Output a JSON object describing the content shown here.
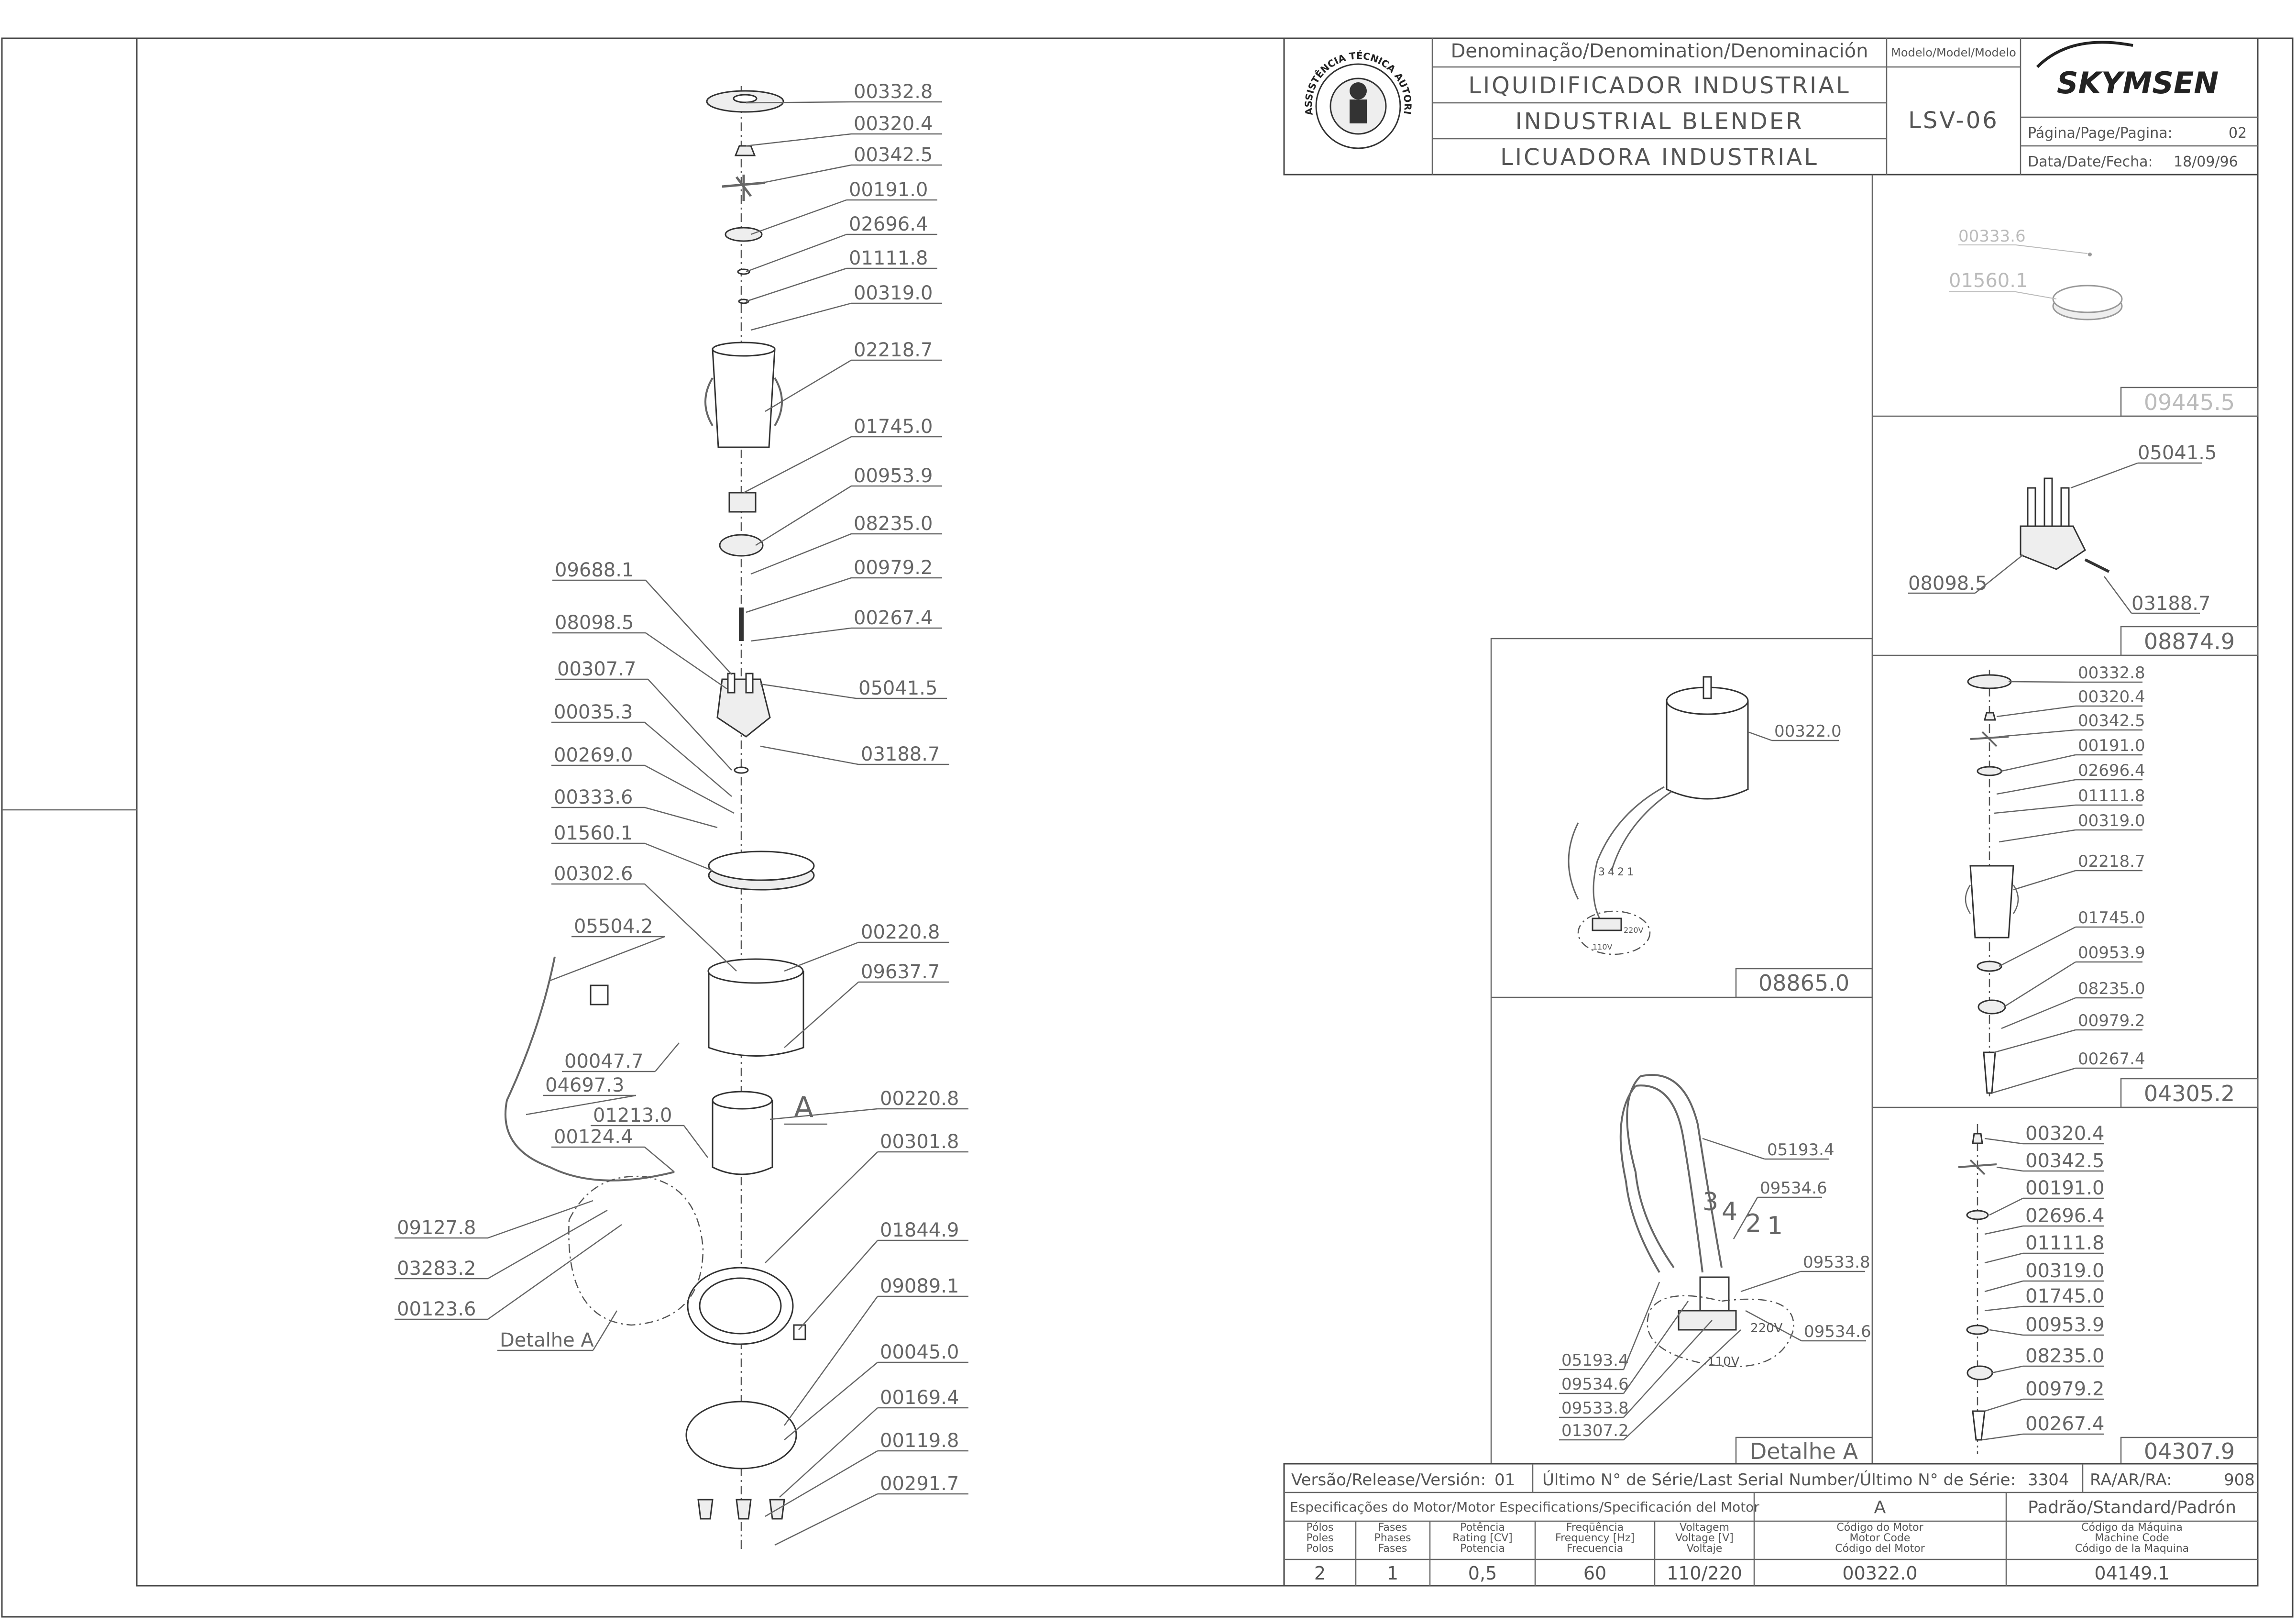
{
  "title_block": {
    "denomination_header": "Denominação/Denomination/Denominación",
    "name_pt": "LIQUIDIFICADOR  INDUSTRIAL",
    "name_en": "INDUSTRIAL  BLENDER",
    "name_es": "LICUADORA  INDUSTRIAL",
    "model_header": "Modelo/Model/Modelo",
    "model_value": "LSV-06",
    "brand": "SKYMSEN",
    "page_label": "Página/Page/Pagina:",
    "page_value": "02",
    "date_label": "Data/Date/Fecha:",
    "date_value": "18/09/96",
    "seal_text": "ASSISTÊNCIA TÉCNICA AUTORIZADA"
  },
  "main_labels_right": [
    "00332.8",
    "00320.4",
    "00342.5",
    "00191.0",
    "02696.4",
    "01111.8",
    "00319.0",
    "02218.7",
    "01745.0",
    "00953.9",
    "08235.0",
    "00979.2",
    "00267.4",
    "05041.5",
    "03188.7",
    "00220.8",
    "09637.7",
    "00220.8",
    "00301.8",
    "01844.9",
    "09089.1",
    "00045.0",
    "00169.4",
    "00119.8",
    "00291.7"
  ],
  "main_labels_left": [
    "09688.1",
    "08098.5",
    "00307.7",
    "00035.3",
    "00269.0",
    "00333.6",
    "01560.1",
    "00302.6",
    "05504.2",
    "00047.7",
    "04697.3",
    "01213.0",
    "00124.4",
    "09127.8",
    "03283.2",
    "00123.6"
  ],
  "detail_marker": "A",
  "detail_a_label": "Detalhe  A",
  "panels": {
    "p09445": {
      "code": "09445.5",
      "labels": [
        "00333.6",
        "01560.1"
      ]
    },
    "p08874": {
      "code": "08874.9",
      "labels": [
        "05041.5",
        "08098.5",
        "03188.7"
      ]
    },
    "p04305": {
      "code": "04305.2",
      "labels": [
        "00332.8",
        "00320.4",
        "00342.5",
        "00191.0",
        "02696.4",
        "01111.8",
        "00319.0",
        "02218.7",
        "01745.0",
        "00953.9",
        "08235.0",
        "00979.2",
        "00267.4"
      ]
    },
    "p04307": {
      "code": "04307.9",
      "labels": [
        "00320.4",
        "00342.5",
        "00191.0",
        "02696.4",
        "01111.8",
        "00319.0",
        "01745.0",
        "00953.9",
        "08235.0",
        "00979.2",
        "00267.4"
      ]
    },
    "p08865": {
      "code": "08865.0",
      "labels": [
        "00322.0"
      ],
      "wire_numbers": [
        "3",
        "4",
        "2",
        "1"
      ],
      "voltages": [
        "220V",
        "110V"
      ]
    },
    "pDetalhe": {
      "code": "Detalhe  A",
      "labels_right": [
        "05193.4",
        "09534.6",
        "09533.8",
        "09534.6"
      ],
      "labels_left": [
        "05193.4",
        "09534.6",
        "09533.8",
        "01307.2"
      ],
      "wire_numbers": [
        "3",
        "4",
        "2",
        "1"
      ],
      "voltages": [
        "220V",
        "110V"
      ]
    }
  },
  "footer": {
    "version_label": "Versão/Release/Versión:",
    "version_value": "01",
    "serial_label": "Último N° de Série/Last Serial Number/Último N° de Série:",
    "serial_value": "3304",
    "ra_label": "RA/AR/RA:",
    "ra_value": "908",
    "motor_spec_label": "Especificações do Motor/Motor Especifications/Specificación del Motor",
    "col_a": "A",
    "col_standard": "Padrão/Standard/Padrón",
    "headers": [
      [
        "Pólos",
        "Poles",
        "Polos"
      ],
      [
        "Fases",
        "Phases",
        "Fases"
      ],
      [
        "Potência",
        "Rating [CV]",
        "Potencia"
      ],
      [
        "Freqüência",
        "Frequency [Hz]",
        "Frecuencia"
      ],
      [
        "Voltagem",
        "Voltage [V]",
        "Voltaje"
      ],
      [
        "Código do Motor",
        "Motor Code",
        "Código del Motor"
      ],
      [
        "Código da Máquina",
        "Machine Code",
        "Código de la Maquina"
      ]
    ],
    "values": [
      "2",
      "1",
      "0,5",
      "60",
      "110/220",
      "00322.0",
      "04149.1"
    ]
  }
}
